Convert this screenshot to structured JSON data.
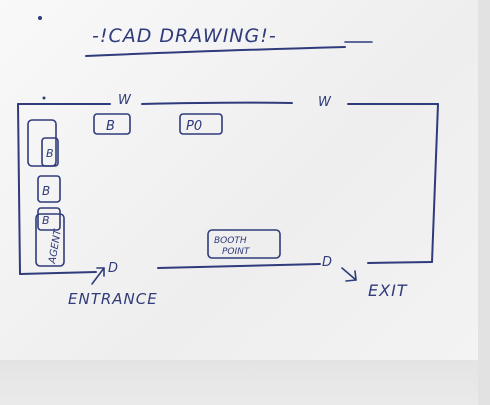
{
  "title": "-!CAD DRAWING!-",
  "walls": {
    "left_window": "W",
    "right_window": "W"
  },
  "top_boxes": {
    "box1": "B",
    "box2": "P0"
  },
  "left_boxes": {
    "box1": "B",
    "box2": "B",
    "box3": "B",
    "box4": "AGENT"
  },
  "center_box": {
    "line1": "BOOTH",
    "line2": "POINT"
  },
  "doors": {
    "left_door": "D",
    "right_door": "D"
  },
  "labels": {
    "entrance": "ENTRANCE",
    "exit": "EXIT"
  },
  "colors": {
    "ink": "#2f3b7a",
    "paper": "#f3f3f3"
  }
}
